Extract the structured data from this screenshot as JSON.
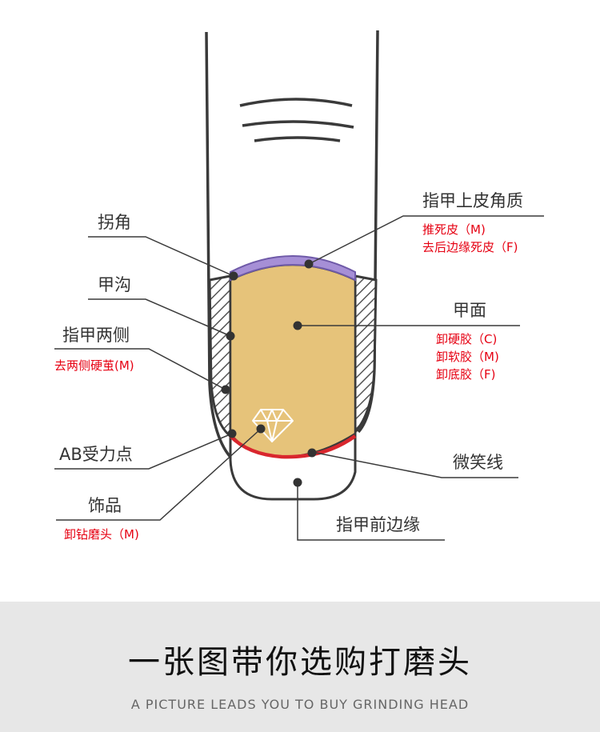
{
  "labels": {
    "guaijiao": "拐角",
    "jiagou": "甲沟",
    "liangce": "指甲两侧",
    "ab": "AB受力点",
    "shipin": "饰品",
    "shangpi": "指甲上皮角质",
    "jiamian": "甲面",
    "weixiao": "微笑线",
    "qianbian": "指甲前边缘"
  },
  "subs": {
    "liangce": [
      "去两侧硬茧(M)"
    ],
    "shipin": [
      "卸钻磨头（M)"
    ],
    "shangpi": [
      "推死皮（M)",
      "去后边缘死皮（F)"
    ],
    "jiamian": [
      "卸硬胶（C)",
      "卸软胶（M)",
      "卸底胶（F)"
    ]
  },
  "colors": {
    "nail": "#e6c37a",
    "cuticle": "#a68fd6",
    "smile_line": "#d9262d",
    "outline": "#3a3a3a",
    "annotation": "#e60012"
  },
  "icons": [
    "diamond-icon"
  ],
  "banner": {
    "title": "一张图带你选购打磨头",
    "subtitle": "A PICTURE LEADS YOU TO BUY GRINDING HEAD"
  }
}
